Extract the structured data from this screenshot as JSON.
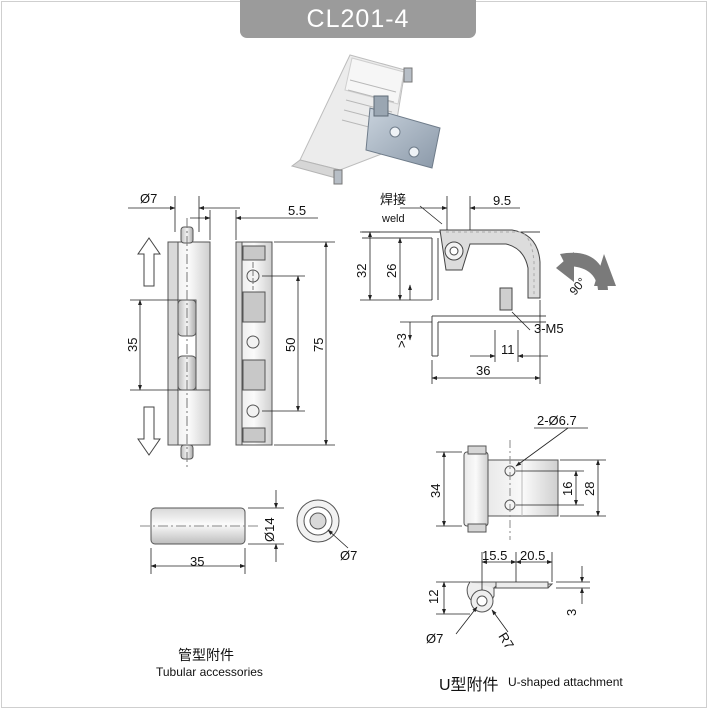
{
  "title": "CL201-4",
  "hinge_front": {
    "dim_pin_dia": "Ø7",
    "dim_offset": "5.5",
    "dim_gap": "35",
    "dim_hole_span": "50",
    "dim_height": "75"
  },
  "hinge_side": {
    "weld_cn": "焊接",
    "weld_en": "weld",
    "dim_top": "9.5",
    "dim_32": "32",
    "dim_26": "26",
    "dim_gt3": ">3",
    "dim_thread": "3-M5",
    "dim_11": "11",
    "dim_36": "36",
    "rotation": "90°"
  },
  "tube": {
    "dim_length": "35",
    "dim_outer": "Ø14",
    "dim_inner": "Ø7",
    "label_cn": "管型附件",
    "label_en": "Tubular accessories"
  },
  "u_top": {
    "dim_holes": "2-Ø6.7",
    "dim_34": "34",
    "dim_16": "16",
    "dim_28": "28"
  },
  "u_side": {
    "dim_15_5": "15.5",
    "dim_20_5": "20.5",
    "dim_12": "12",
    "dim_3": "3",
    "dim_dia": "Ø7",
    "dim_radius": "R7",
    "label_cn": "U型附件",
    "label_en": "U-shaped attachment"
  }
}
